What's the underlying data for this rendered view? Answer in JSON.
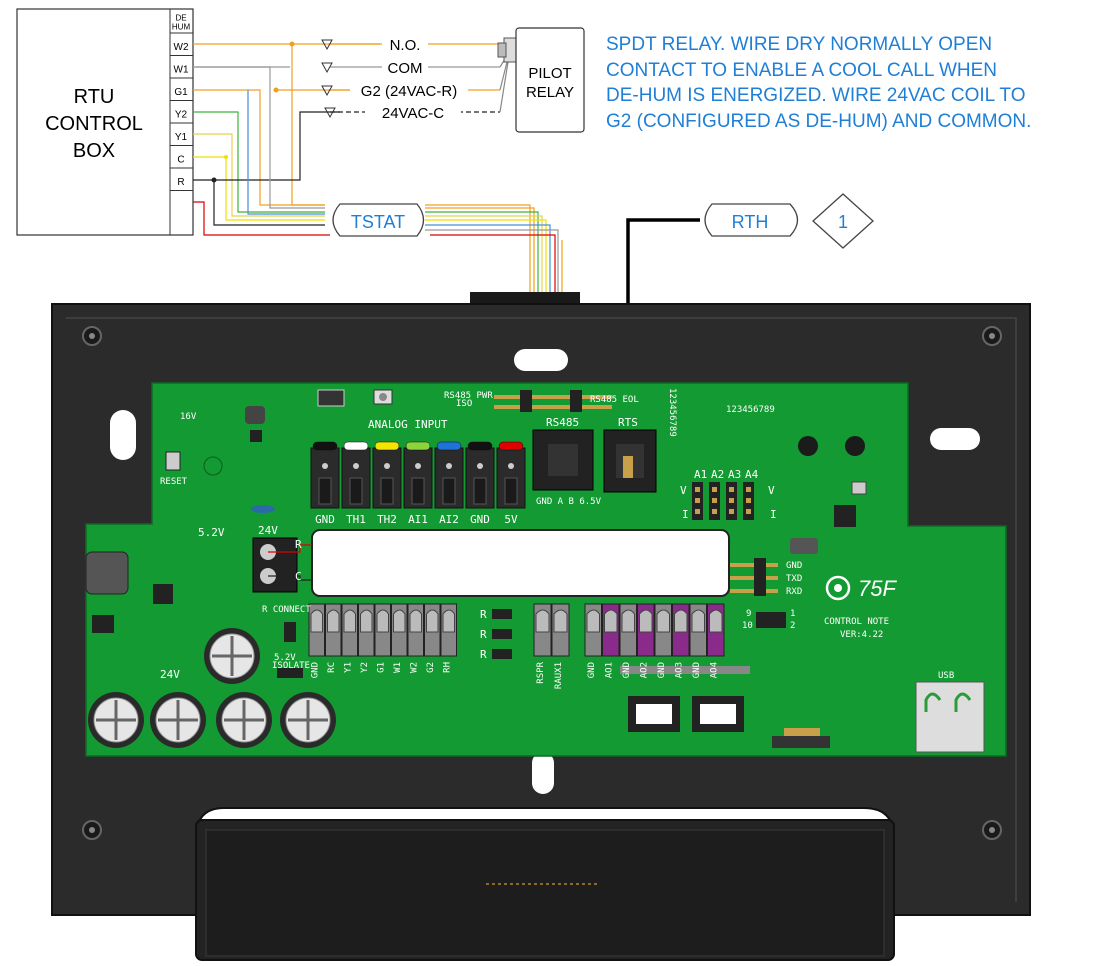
{
  "rtu": {
    "title_lines": [
      "RTU",
      "CONTROL",
      "BOX"
    ],
    "terminals": [
      "DE\nHUM",
      "W2",
      "W1",
      "G1",
      "Y2",
      "Y1",
      "C",
      "R"
    ]
  },
  "relay": {
    "title_lines": [
      "PILOT",
      "RELAY"
    ],
    "wires": [
      "N.O.",
      "COM",
      "G2 (24VAC-R)",
      "24VAC-C"
    ]
  },
  "note": {
    "lines": [
      "SPDT RELAY. WIRE DRY NORMALLY OPEN",
      "CONTACT TO ENABLE A COOL CALL WHEN",
      "DE-HUM IS ENERGIZED. WIRE 24VAC COIL TO",
      "G2 (CONFIGURED AS DE-HUM) AND COMMON."
    ]
  },
  "tags": {
    "tstat": "TSTAT",
    "rth": "RTH",
    "callout": "1"
  },
  "board": {
    "analog_header": "ANALOG INPUT",
    "analog_pins": [
      "GND",
      "TH1",
      "TH2",
      "AI1",
      "AI2",
      "GND",
      "5V"
    ],
    "analog_colors": [
      "#111111",
      "#ffffff",
      "#f2e600",
      "#8cd43c",
      "#1e73d6",
      "#111111",
      "#e00000"
    ],
    "tstat_pins": [
      "GND",
      "RC",
      "Y1",
      "Y2",
      "G1",
      "W1",
      "W2",
      "G2",
      "RH"
    ],
    "mid_pins": [
      "RSPR",
      "RAUX1"
    ],
    "out_pins": [
      "GND",
      "AO1",
      "GND",
      "AO2",
      "GND",
      "AO3",
      "GND",
      "AO4"
    ],
    "labels": {
      "v16": "16V",
      "reset": "RESET",
      "v52": "5.2V",
      "v24a": "24V",
      "v24b": "24V",
      "r_connect": "R CONNECT",
      "isolate": "5.2V\nISOLATE",
      "rs485pwr": "RS485 PWR\nISO",
      "rs485eol": "RS485 EOL",
      "rs485": "RS485",
      "rts": "RTS",
      "rs485_pins": "GND A  B  6.5V",
      "serial_no": "123456789",
      "ai_cols": [
        "A1",
        "A2",
        "A3",
        "A4"
      ],
      "v_left": "V",
      "v_right": "V",
      "i_left": "I",
      "i_right": "I",
      "gnd": "GND",
      "txd": "TXD",
      "rxd": "RXD",
      "nine": "9",
      "ten": "10",
      "one": "1",
      "two": "2",
      "brand": "75F",
      "product": "CONTROL NOTE",
      "version": "VER:4.22",
      "usb": "USB",
      "r_term": "R",
      "c_term": "C",
      "jumper_rc": "R",
      "jumper_rh": "R",
      "jumper_rg1": "R"
    }
  }
}
